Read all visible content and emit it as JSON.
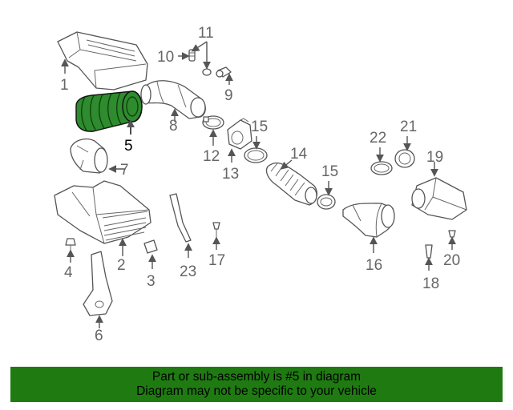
{
  "diagram": {
    "highlight_color": "#2e8b2e",
    "selected_callout": "5",
    "callouts": {
      "c1": "1",
      "c2": "2",
      "c3": "3",
      "c4": "4",
      "c5": "5",
      "c6": "6",
      "c7": "7",
      "c8": "8",
      "c9": "9",
      "c10": "10",
      "c11": "11",
      "c12": "12",
      "c13": "13",
      "c14": "14",
      "c15a": "15",
      "c15b": "15",
      "c16": "16",
      "c17": "17",
      "c18": "18",
      "c19": "19",
      "c20": "20",
      "c21": "21",
      "c22": "22",
      "c23": "23"
    }
  },
  "notice": {
    "line1": "Part or sub-assembly is #5 in diagram",
    "line2": "Diagram may not be specific to your vehicle",
    "background": "#1f7a12"
  }
}
